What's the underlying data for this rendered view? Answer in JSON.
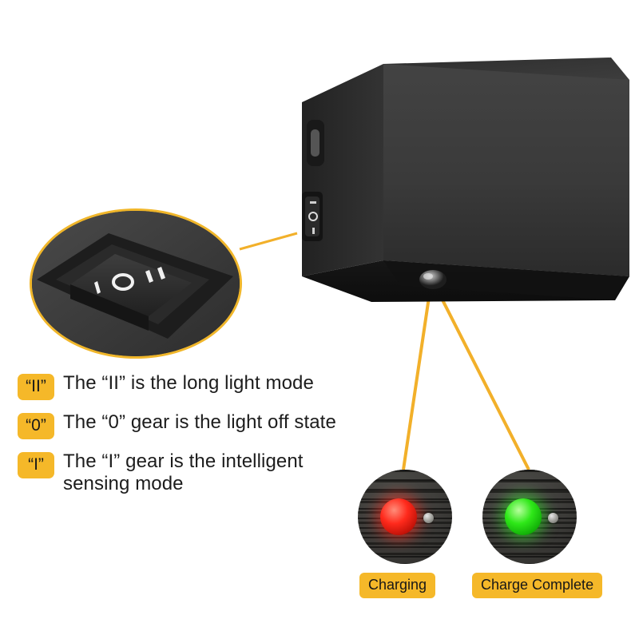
{
  "product": {
    "name": "cube-wall-lamp",
    "body_color": "#2f2f2f",
    "parts": {
      "usb_port": "usb-c-charging-port",
      "rocker_switch": "three-position-rocker-switch",
      "sensor_dome": "motion-sensor-led-dome"
    }
  },
  "switch_callout": {
    "label": "rocker-switch-macro",
    "markings": [
      "I",
      "O",
      "II"
    ],
    "outline_color": "#f0b62a"
  },
  "modes": [
    {
      "badge": "“II”",
      "lines": [
        "The “II” is the long light mode"
      ]
    },
    {
      "badge": "“0”",
      "lines": [
        "The “0” gear is the light off state"
      ]
    },
    {
      "badge": "“I”",
      "lines": [
        "The “I” gear is the intelligent",
        "sensing mode"
      ]
    }
  ],
  "charge_states": [
    {
      "label": "Charging",
      "led_color": "#ff2a1c",
      "led_name": "red-charging-led"
    },
    {
      "label": "Charge Complete",
      "led_color": "#2ee818",
      "led_name": "green-charge-complete-led"
    }
  ],
  "accent": {
    "badge_bg": "#f5b829",
    "leader_line": "#f2b02a",
    "text": "#1c1c1c"
  }
}
